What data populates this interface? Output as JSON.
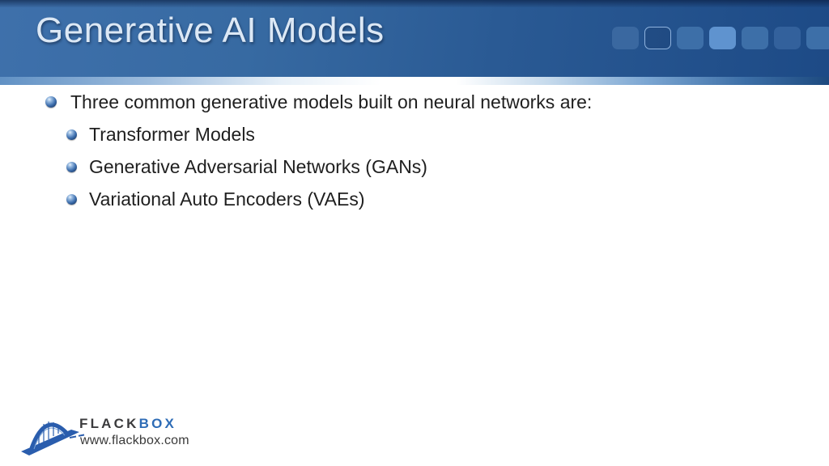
{
  "slide": {
    "title": "Generative AI Models",
    "header": {
      "squares": [
        {
          "name": "decor-square-1",
          "css": "background:#3a68a0;"
        },
        {
          "name": "decor-square-2",
          "css": "background:rgba(25,55,105,0.25);border:1px solid #8fb3de;"
        },
        {
          "name": "decor-square-3",
          "css": "background:#3d6fa8;"
        },
        {
          "name": "decor-square-4",
          "css": "background:#5f93cf;"
        },
        {
          "name": "decor-square-5",
          "css": "background:#3d6fa8;"
        },
        {
          "name": "decor-square-6",
          "css": "background:#33619c;"
        },
        {
          "name": "decor-square-7",
          "css": "background:#3d6fa8;"
        }
      ]
    },
    "bullets": {
      "level1": "Three common generative models built on neural networks are:",
      "level2": [
        "Transformer Models",
        "Generative Adversarial Networks (GANs)",
        "Variational Auto Encoders (VAEs)"
      ]
    },
    "footer": {
      "brand_part1": "FLACK",
      "brand_part2": "BOX",
      "website": "www.flackbox.com"
    },
    "colors": {
      "header_left": "#3e70ab",
      "header_right": "#1d4a86",
      "title_text": "#dce8f5",
      "body_text": "#1f1f1f",
      "brand_gray": "#3b3b3d",
      "brand_blue": "#2e6cb6"
    }
  }
}
